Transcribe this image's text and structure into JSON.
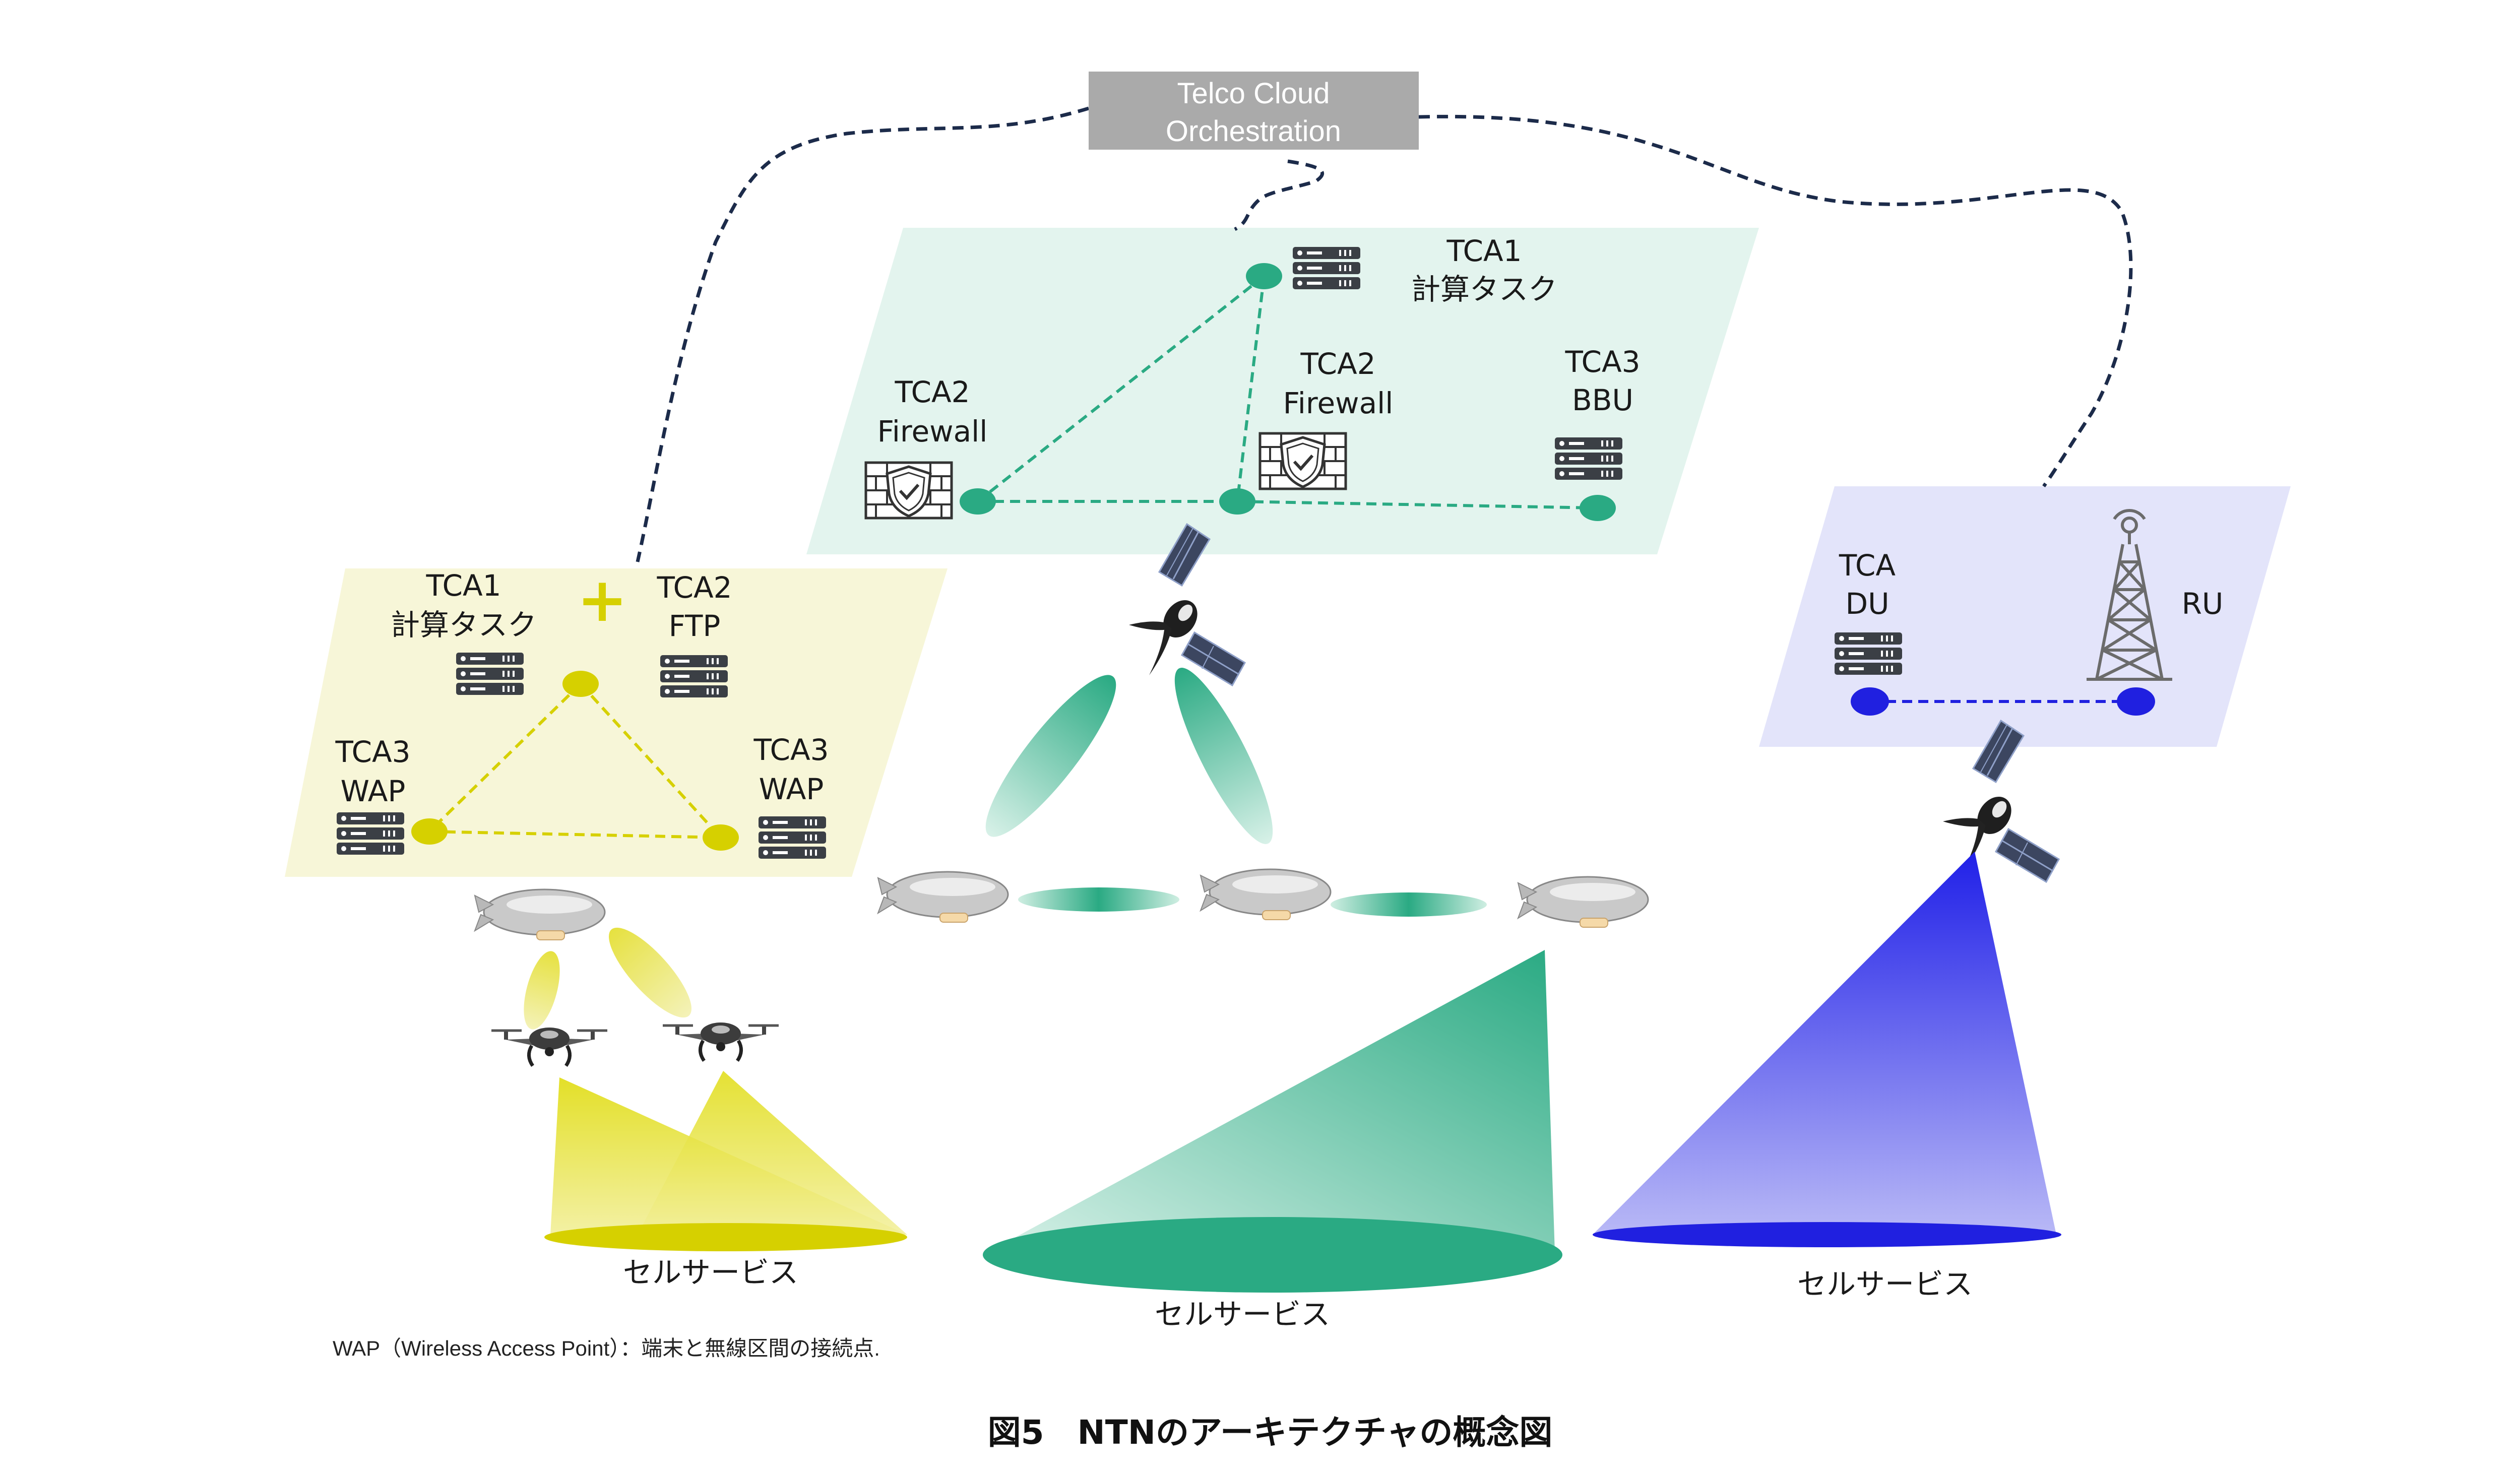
{
  "orchestrator": {
    "line1": "Telco Cloud",
    "line2": "Orchestration"
  },
  "yellow_region": {
    "tca1": {
      "line1": "TCA1",
      "line2": "計算タスク"
    },
    "plus": "+",
    "tca2": {
      "line1": "TCA2",
      "line2": "FTP"
    },
    "tca3_left": {
      "line1": "TCA3",
      "line2": "WAP"
    },
    "tca3_right": {
      "line1": "TCA3",
      "line2": "WAP"
    }
  },
  "green_region": {
    "tca1": {
      "line1": "TCA1",
      "line2": "計算タスク"
    },
    "tca2_left": {
      "line1": "TCA2",
      "line2": "Firewall"
    },
    "tca2_center": {
      "line1": "TCA2",
      "line2": "Firewall"
    },
    "tca3": {
      "line1": "TCA3",
      "line2": "BBU"
    }
  },
  "blue_region": {
    "tca": {
      "line1": "TCA",
      "line2": "DU"
    },
    "ru": "RU"
  },
  "cell_service_labels": [
    "セルサービス",
    "セルサービス",
    "セルサービス"
  ],
  "footnote": "WAP（Wireless Access Point）：端末と無線区間の接続点.",
  "caption": "図5　NTNのアーキテクチャの概念図",
  "colors": {
    "yellow_region_fill": "#f7f6d8",
    "yellow_accent": "#d6d000",
    "green_region_fill": "#e3f4ee",
    "green_accent": "#2aaa83",
    "blue_region_fill": "#e3e4fa",
    "blue_accent": "#2020e0",
    "orchestrator_fill": "#aaaaaa",
    "control_line": "#1c2b4a"
  }
}
